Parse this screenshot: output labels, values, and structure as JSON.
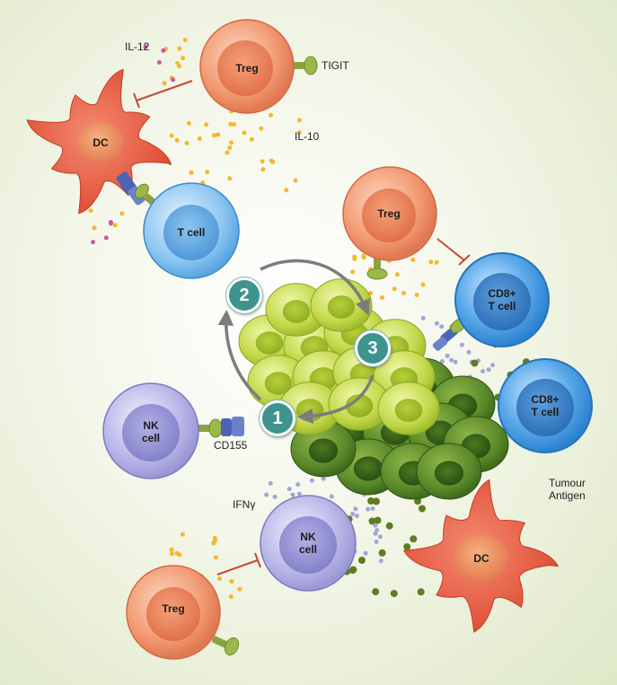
{
  "colors": {
    "treg": "#ef8a62",
    "tcell": "#6fb2ea",
    "cd8": "#3f97e0",
    "nk": "#a9a7dc",
    "dc": "#e4573f",
    "tumour_light": "#c6dc4c",
    "tumour_dark": "#5f8c2a",
    "receptor": "#8ba33f",
    "ligand": "#4c64b4",
    "step": "#3e948c",
    "dot_yellow": "#f2b92c",
    "dot_pink": "#c65aa6",
    "dot_lilac": "#a2a6d8",
    "dot_green": "#5d7d22",
    "inhibit": "#c9463a",
    "arrow": "#7c7c7c"
  },
  "cells": {
    "treg_top": "Treg",
    "dc_top": "DC",
    "tcell": "T cell",
    "treg_mid": "Treg",
    "cd8_top": "CD8+\nT cell",
    "cd8_bottom": "CD8+\nT cell",
    "nk_left": "NK\ncell",
    "nk_bottom": "NK\ncell",
    "treg_bottom": "Treg",
    "dc_bottom": "DC"
  },
  "labels": {
    "il12": "IL-12",
    "tigit": "TIGIT",
    "il10": "IL-10",
    "cd155": "CD155",
    "ifng": "IFNγ",
    "tumour_antigen": "Tumour\nAntigen"
  },
  "steps": [
    "1",
    "2",
    "3"
  ]
}
